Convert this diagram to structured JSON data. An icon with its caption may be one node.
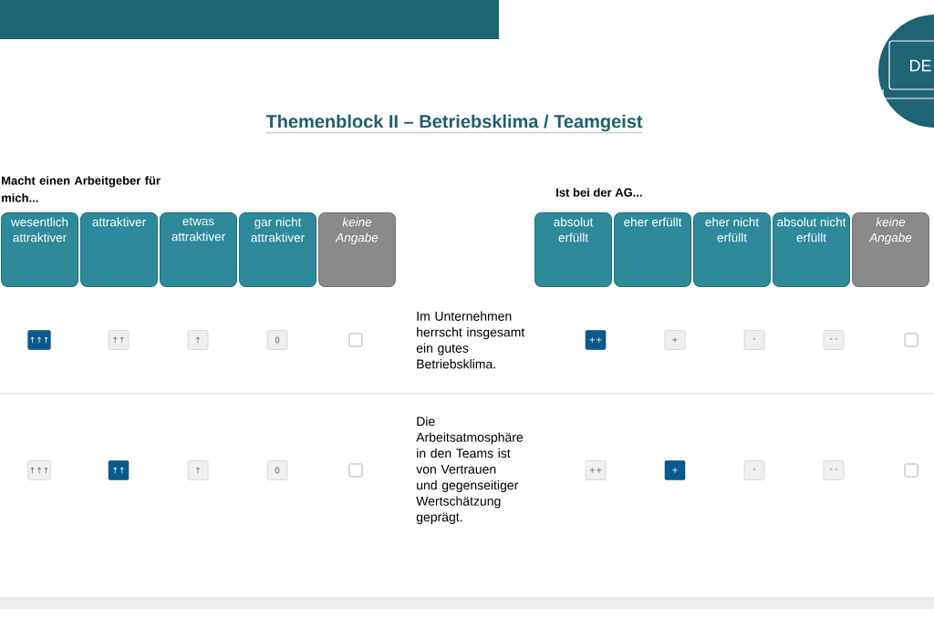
{
  "diagram": {
    "nodes": [
      {
        "text": [
          "wesentlich attraktiver"
        ]
      },
      {
        "text": [
          "attraktiver"
        ]
      },
      {
        "text": [
          "etwas attraktiver"
        ]
      },
      {
        "text": [
          "gar nicht attraktiver"
        ]
      },
      {
        "text": [
          "keine Angabe"
        ]
      },
      {
        "text": [
          "absolut erfüllt"
        ]
      },
      {
        "text": [
          "eher erfüllt"
        ]
      },
      {
        "text": [
          "eher nicht erfüllt"
        ]
      },
      {
        "text": [
          "absolut nicht erfüllt"
        ]
      },
      {
        "text": [
          "keine Angabe"
        ]
      }
    ],
    "labels": [
      "DE",
      "Themenblock II – Betriebsklima / Teamgeist",
      "Macht einen Arbeitgeber für mich...",
      "Ist bei der AG...",
      "↑↑↑",
      "↑↑",
      "↑",
      "0",
      "Im Unternehmen herrscht insgesamt ein gutes Betriebsklima.",
      "++",
      "+",
      "-",
      "- -",
      "↑↑↑",
      "↑↑",
      "↑",
      "0",
      "Die Arbeitsatmosphäre in den Teams ist von Vertrauen und gegenseitiger Wertschätzung geprägt.",
      "++",
      "+",
      "-",
      "- -"
    ]
  }
}
